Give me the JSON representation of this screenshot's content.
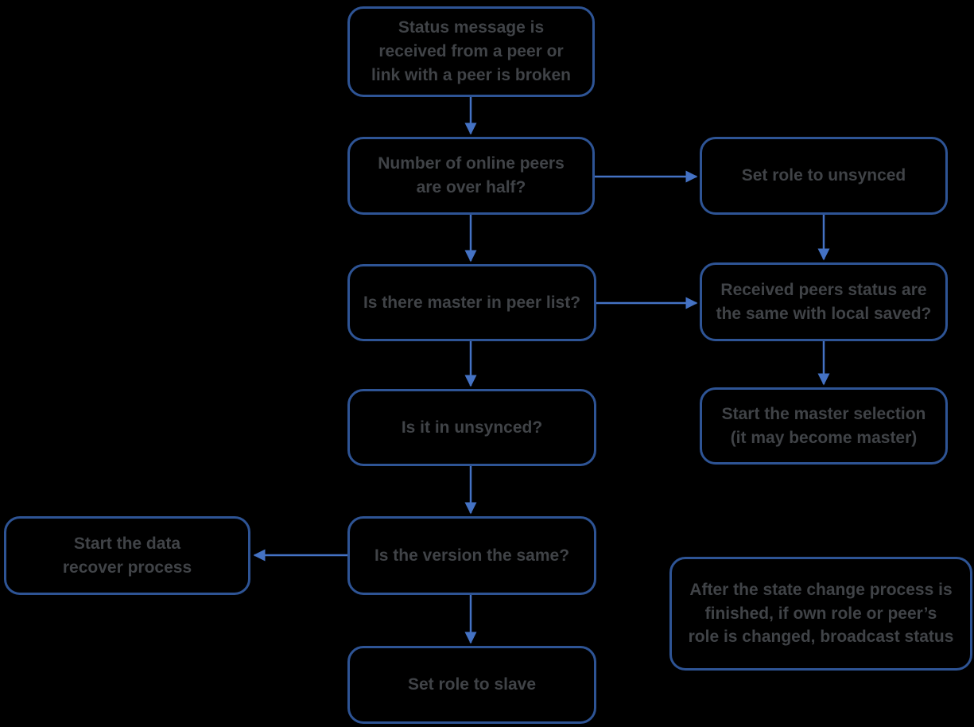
{
  "colors": {
    "background": "#000000",
    "box_border": "#2e5495",
    "arrow": "#4472c4",
    "text": "#404347"
  },
  "nodes": {
    "status_message": {
      "label": "Status message is\nreceived from a peer or\nlink with a peer is broken"
    },
    "online_peers": {
      "label": "Number of online peers\nare over half?"
    },
    "set_role_unsynced": {
      "label": "Set role to unsynced"
    },
    "master_in_list": {
      "label": "Is there master in peer list?"
    },
    "received_status": {
      "label": "Received peers status are\nthe same with local saved?"
    },
    "in_unsynced": {
      "label": "Is it in unsynced?"
    },
    "master_selection": {
      "label": "Start the master selection\n(it may become master)"
    },
    "version_same": {
      "label": "Is the version the same?"
    },
    "data_recover": {
      "label": "Start the data\nrecover process"
    },
    "set_role_slave": {
      "label": "Set role to slave"
    },
    "broadcast_note": {
      "label": "After the state change process is\nfinished, if own role or peer’s\nrole is changed, broadcast status"
    }
  },
  "edges": [
    {
      "from": "status_message",
      "to": "online_peers"
    },
    {
      "from": "online_peers",
      "to": "set_role_unsynced"
    },
    {
      "from": "online_peers",
      "to": "master_in_list"
    },
    {
      "from": "set_role_unsynced",
      "to": "received_status"
    },
    {
      "from": "master_in_list",
      "to": "received_status"
    },
    {
      "from": "master_in_list",
      "to": "in_unsynced"
    },
    {
      "from": "received_status",
      "to": "master_selection"
    },
    {
      "from": "in_unsynced",
      "to": "version_same"
    },
    {
      "from": "version_same",
      "to": "data_recover"
    },
    {
      "from": "version_same",
      "to": "set_role_slave"
    }
  ]
}
